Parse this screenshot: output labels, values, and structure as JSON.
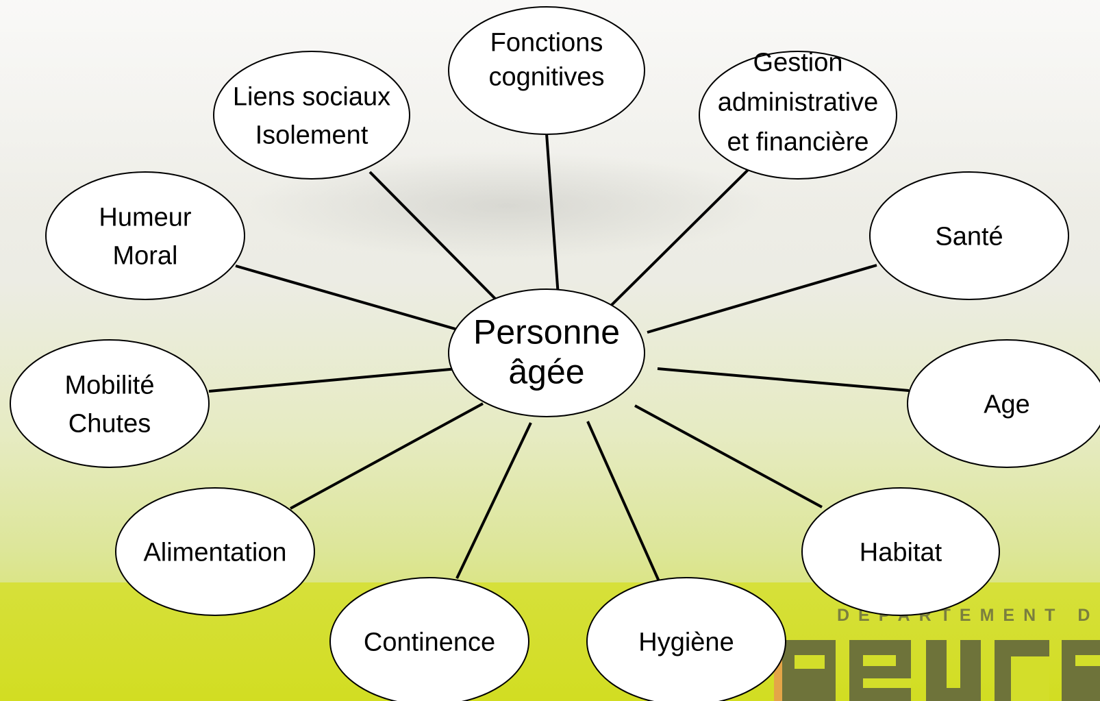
{
  "center": {
    "lines": [
      "Personne",
      "âgée"
    ]
  },
  "nodes": [
    {
      "id": "fonctions-cognitives",
      "lines": [
        "Fonctions",
        "cognitives"
      ]
    },
    {
      "id": "gestion",
      "lines": [
        "Gestion",
        "administrative",
        "et financière"
      ]
    },
    {
      "id": "sante",
      "lines": [
        "Santé"
      ]
    },
    {
      "id": "age",
      "lines": [
        "Age"
      ]
    },
    {
      "id": "habitat",
      "lines": [
        "Habitat"
      ]
    },
    {
      "id": "hygiene",
      "lines": [
        "Hygiène"
      ]
    },
    {
      "id": "continence",
      "lines": [
        "Continence"
      ]
    },
    {
      "id": "alimentation",
      "lines": [
        "Alimentation"
      ]
    },
    {
      "id": "mobilite",
      "lines": [
        "Mobilité",
        "Chutes"
      ]
    },
    {
      "id": "humeur",
      "lines": [
        "Humeur",
        "Moral"
      ]
    },
    {
      "id": "liens-sociaux",
      "lines": [
        "Liens sociaux",
        "Isolement"
      ]
    }
  ],
  "logo": {
    "tagline": "DEPARTEMENT DE",
    "name": "eure"
  },
  "colors": {
    "line": "#000000",
    "node_fill": "#ffffff",
    "band": "#d3de2a",
    "logo_dark": "#6b6f3a",
    "logo_accent": "#e8a23c"
  }
}
